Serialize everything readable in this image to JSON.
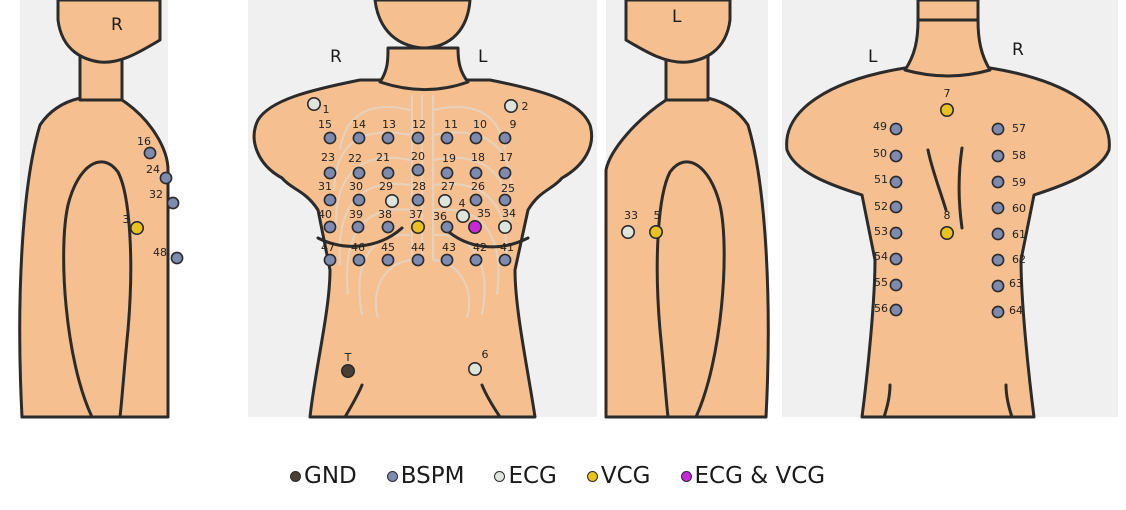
{
  "figure": {
    "side_labels": {
      "right_side_view": "R",
      "front_right": "R",
      "front_left": "L",
      "left_side_view": "L",
      "back_left": "L",
      "back_right": "R"
    }
  },
  "electrode_types": {
    "GND": {
      "label": "GND",
      "color": "#4a3f35"
    },
    "BSPM": {
      "label": "BSPM",
      "color": "#7d8bb0"
    },
    "ECG": {
      "label": "ECG",
      "color": "#dde5dd"
    },
    "VCG": {
      "label": "VCG",
      "color": "#e8c21e"
    },
    "ECGVCG": {
      "label": "ECG & VCG",
      "color": "#c62ad8"
    }
  },
  "legend": [
    {
      "type": "GND",
      "label": "GND"
    },
    {
      "type": "BSPM",
      "label": "BSPM"
    },
    {
      "type": "ECG",
      "label": "ECG"
    },
    {
      "type": "VCG",
      "label": "VCG"
    },
    {
      "type": "ECGVCG",
      "label": "ECG & VCG"
    }
  ],
  "electrodes": {
    "right_side_view": [
      {
        "label": "16",
        "type": "BSPM"
      },
      {
        "label": "24",
        "type": "BSPM"
      },
      {
        "label": "32",
        "type": "BSPM"
      },
      {
        "label": "3",
        "type": "VCG"
      },
      {
        "label": "48",
        "type": "BSPM"
      }
    ],
    "front_view": [
      {
        "label": "1",
        "type": "ECG"
      },
      {
        "label": "2",
        "type": "ECG"
      },
      {
        "label": "15",
        "type": "BSPM"
      },
      {
        "label": "14",
        "type": "BSPM"
      },
      {
        "label": "13",
        "type": "BSPM"
      },
      {
        "label": "12",
        "type": "BSPM"
      },
      {
        "label": "11",
        "type": "BSPM"
      },
      {
        "label": "10",
        "type": "BSPM"
      },
      {
        "label": "9",
        "type": "BSPM"
      },
      {
        "label": "23",
        "type": "BSPM"
      },
      {
        "label": "22",
        "type": "BSPM"
      },
      {
        "label": "21",
        "type": "BSPM"
      },
      {
        "label": "20",
        "type": "BSPM"
      },
      {
        "label": "19",
        "type": "BSPM"
      },
      {
        "label": "18",
        "type": "BSPM"
      },
      {
        "label": "17",
        "type": "BSPM"
      },
      {
        "label": "31",
        "type": "BSPM"
      },
      {
        "label": "30",
        "type": "BSPM"
      },
      {
        "label": "29",
        "type": "ECG"
      },
      {
        "label": "28",
        "type": "BSPM"
      },
      {
        "label": "27",
        "type": "ECG"
      },
      {
        "label": "26",
        "type": "BSPM"
      },
      {
        "label": "25",
        "type": "BSPM"
      },
      {
        "label": "4",
        "type": "ECG"
      },
      {
        "label": "40",
        "type": "BSPM"
      },
      {
        "label": "39",
        "type": "BSPM"
      },
      {
        "label": "38",
        "type": "BSPM"
      },
      {
        "label": "37",
        "type": "VCG"
      },
      {
        "label": "36",
        "type": "BSPM"
      },
      {
        "label": "35",
        "type": "ECGVCG"
      },
      {
        "label": "34",
        "type": "ECG"
      },
      {
        "label": "47",
        "type": "BSPM"
      },
      {
        "label": "46",
        "type": "BSPM"
      },
      {
        "label": "45",
        "type": "BSPM"
      },
      {
        "label": "44",
        "type": "BSPM"
      },
      {
        "label": "43",
        "type": "BSPM"
      },
      {
        "label": "42",
        "type": "BSPM"
      },
      {
        "label": "41",
        "type": "BSPM"
      },
      {
        "label": "T",
        "type": "GND"
      },
      {
        "label": "6",
        "type": "ECG"
      }
    ],
    "left_side_view": [
      {
        "label": "33",
        "type": "ECG"
      },
      {
        "label": "5",
        "type": "VCG"
      }
    ],
    "back_view": [
      {
        "label": "7",
        "type": "VCG"
      },
      {
        "label": "8",
        "type": "VCG"
      },
      {
        "label": "49",
        "type": "BSPM"
      },
      {
        "label": "50",
        "type": "BSPM"
      },
      {
        "label": "51",
        "type": "BSPM"
      },
      {
        "label": "52",
        "type": "BSPM"
      },
      {
        "label": "53",
        "type": "BSPM"
      },
      {
        "label": "54",
        "type": "BSPM"
      },
      {
        "label": "55",
        "type": "BSPM"
      },
      {
        "label": "56",
        "type": "BSPM"
      },
      {
        "label": "57",
        "type": "BSPM"
      },
      {
        "label": "58",
        "type": "BSPM"
      },
      {
        "label": "59",
        "type": "BSPM"
      },
      {
        "label": "60",
        "type": "BSPM"
      },
      {
        "label": "61",
        "type": "BSPM"
      },
      {
        "label": "62",
        "type": "BSPM"
      },
      {
        "label": "63",
        "type": "BSPM"
      },
      {
        "label": "64",
        "type": "BSPM"
      }
    ]
  }
}
